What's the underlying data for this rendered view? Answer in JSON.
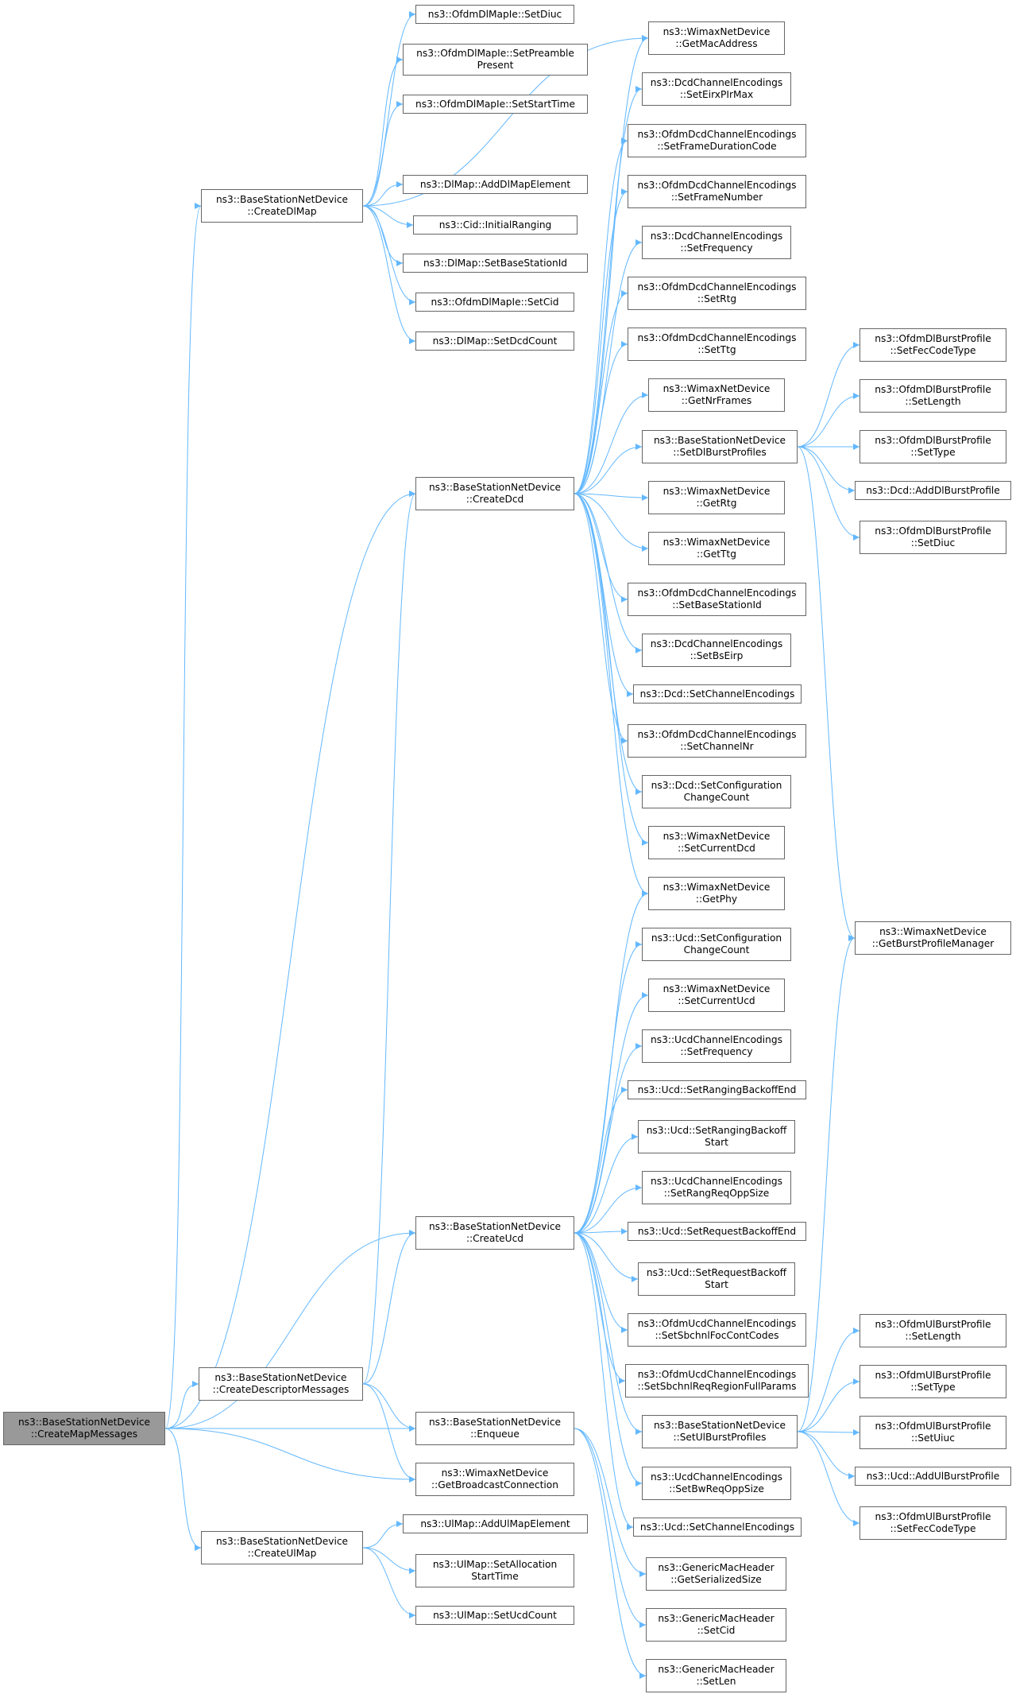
{
  "graph": {
    "edge_color": "#63b8ff",
    "root_fill": "#999999",
    "node_border": "#666666",
    "nodes": [
      {
        "id": "root",
        "lines": [
          "ns3::BaseStationNetDevice",
          "::CreateMapMessages"
        ],
        "root": true
      },
      {
        "id": "createDlMap",
        "lines": [
          "ns3::BaseStationNetDevice",
          "::CreateDlMap"
        ]
      },
      {
        "id": "createDcd",
        "lines": [
          "ns3::BaseStationNetDevice",
          "::CreateDcd"
        ]
      },
      {
        "id": "createUcd",
        "lines": [
          "ns3::BaseStationNetDevice",
          "::CreateUcd"
        ]
      },
      {
        "id": "createDescMsg",
        "lines": [
          "ns3::BaseStationNetDevice",
          "::CreateDescriptorMessages"
        ]
      },
      {
        "id": "createUlMap",
        "lines": [
          "ns3::BaseStationNetDevice",
          "::CreateUlMap"
        ]
      },
      {
        "id": "dl_setDiuc",
        "lines": [
          "ns3::OfdmDlMapIe::SetDiuc"
        ]
      },
      {
        "id": "dl_setPreamble",
        "lines": [
          "ns3::OfdmDlMapIe::SetPreamble",
          "Present"
        ]
      },
      {
        "id": "dl_setStartTime",
        "lines": [
          "ns3::OfdmDlMapIe::SetStartTime"
        ]
      },
      {
        "id": "dl_addElem",
        "lines": [
          "ns3::DlMap::AddDlMapElement"
        ]
      },
      {
        "id": "cid_initRanging",
        "lines": [
          "ns3::Cid::InitialRanging"
        ]
      },
      {
        "id": "dl_setBsId",
        "lines": [
          "ns3::DlMap::SetBaseStationId"
        ]
      },
      {
        "id": "dl_setCid",
        "lines": [
          "ns3::OfdmDlMapIe::SetCid"
        ]
      },
      {
        "id": "dl_setDcdCount",
        "lines": [
          "ns3::DlMap::SetDcdCount"
        ]
      },
      {
        "id": "getMacAddress",
        "lines": [
          "ns3::WimaxNetDevice",
          "::GetMacAddress"
        ]
      },
      {
        "id": "dcd_setEirx",
        "lines": [
          "ns3::DcdChannelEncodings",
          "::SetEirxPIrMax"
        ]
      },
      {
        "id": "dcd_setFrameDur",
        "lines": [
          "ns3::OfdmDcdChannelEncodings",
          "::SetFrameDurationCode"
        ]
      },
      {
        "id": "dcd_setFrameNum",
        "lines": [
          "ns3::OfdmDcdChannelEncodings",
          "::SetFrameNumber"
        ]
      },
      {
        "id": "dcd_setFreq",
        "lines": [
          "ns3::DcdChannelEncodings",
          "::SetFrequency"
        ]
      },
      {
        "id": "dcd_setRtg",
        "lines": [
          "ns3::OfdmDcdChannelEncodings",
          "::SetRtg"
        ]
      },
      {
        "id": "dcd_setTtg",
        "lines": [
          "ns3::OfdmDcdChannelEncodings",
          "::SetTtg"
        ]
      },
      {
        "id": "getNrFrames",
        "lines": [
          "ns3::WimaxNetDevice",
          "::GetNrFrames"
        ]
      },
      {
        "id": "setDlBurst",
        "lines": [
          "ns3::BaseStationNetDevice",
          "::SetDlBurstProfiles"
        ]
      },
      {
        "id": "getRtg",
        "lines": [
          "ns3::WimaxNetDevice",
          "::GetRtg"
        ]
      },
      {
        "id": "getTtg",
        "lines": [
          "ns3::WimaxNetDevice",
          "::GetTtg"
        ]
      },
      {
        "id": "dcd_setBsId",
        "lines": [
          "ns3::OfdmDcdChannelEncodings",
          "::SetBaseStationId"
        ]
      },
      {
        "id": "dcd_setBsEirp",
        "lines": [
          "ns3::DcdChannelEncodings",
          "::SetBsEirp"
        ]
      },
      {
        "id": "dcd_setChEnc",
        "lines": [
          "ns3::Dcd::SetChannelEncodings"
        ]
      },
      {
        "id": "dcd_setChNr",
        "lines": [
          "ns3::OfdmDcdChannelEncodings",
          "::SetChannelNr"
        ]
      },
      {
        "id": "dcd_setConfig",
        "lines": [
          "ns3::Dcd::SetConfiguration",
          "ChangeCount"
        ]
      },
      {
        "id": "setCurrentDcd",
        "lines": [
          "ns3::WimaxNetDevice",
          "::SetCurrentDcd"
        ]
      },
      {
        "id": "getPhy",
        "lines": [
          "ns3::WimaxNetDevice",
          "::GetPhy"
        ]
      },
      {
        "id": "dlbp_setFec",
        "lines": [
          "ns3::OfdmDlBurstProfile",
          "::SetFecCodeType"
        ]
      },
      {
        "id": "dlbp_setLength",
        "lines": [
          "ns3::OfdmDlBurstProfile",
          "::SetLength"
        ]
      },
      {
        "id": "dlbp_setType",
        "lines": [
          "ns3::OfdmDlBurstProfile",
          "::SetType"
        ]
      },
      {
        "id": "dcd_addDlBurst",
        "lines": [
          "ns3::Dcd::AddDlBurstProfile"
        ]
      },
      {
        "id": "dlbp_setDiuc",
        "lines": [
          "ns3::OfdmDlBurstProfile",
          "::SetDiuc"
        ]
      },
      {
        "id": "getBurstMgr",
        "lines": [
          "ns3::WimaxNetDevice",
          "::GetBurstProfileManager"
        ]
      },
      {
        "id": "ucd_setConfig",
        "lines": [
          "ns3::Ucd::SetConfiguration",
          "ChangeCount"
        ]
      },
      {
        "id": "setCurrentUcd",
        "lines": [
          "ns3::WimaxNetDevice",
          "::SetCurrentUcd"
        ]
      },
      {
        "id": "ucd_setFreq",
        "lines": [
          "ns3::UcdChannelEncodings",
          "::SetFrequency"
        ]
      },
      {
        "id": "ucd_setRangBoEnd",
        "lines": [
          "ns3::Ucd::SetRangingBackoffEnd"
        ]
      },
      {
        "id": "ucd_setRangBoStart",
        "lines": [
          "ns3::Ucd::SetRangingBackoff",
          "Start"
        ]
      },
      {
        "id": "ucd_setRangReq",
        "lines": [
          "ns3::UcdChannelEncodings",
          "::SetRangReqOppSize"
        ]
      },
      {
        "id": "ucd_setReqBoEnd",
        "lines": [
          "ns3::Ucd::SetRequestBackoffEnd"
        ]
      },
      {
        "id": "ucd_setReqBoStart",
        "lines": [
          "ns3::Ucd::SetRequestBackoff",
          "Start"
        ]
      },
      {
        "id": "ucd_setSbchFoc",
        "lines": [
          "ns3::OfdmUcdChannelEncodings",
          "::SetSbchnlFocContCodes"
        ]
      },
      {
        "id": "ucd_setSbchReq",
        "lines": [
          "ns3::OfdmUcdChannelEncodings",
          "::SetSbchnlReqRegionFullParams"
        ]
      },
      {
        "id": "setUlBurst",
        "lines": [
          "ns3::BaseStationNetDevice",
          "::SetUlBurstProfiles"
        ]
      },
      {
        "id": "ucd_setBwReq",
        "lines": [
          "ns3::UcdChannelEncodings",
          "::SetBwReqOppSize"
        ]
      },
      {
        "id": "ucd_setChEnc",
        "lines": [
          "ns3::Ucd::SetChannelEncodings"
        ]
      },
      {
        "id": "gmh_getSize",
        "lines": [
          "ns3::GenericMacHeader",
          "::GetSerializedSize"
        ]
      },
      {
        "id": "gmh_setCid",
        "lines": [
          "ns3::GenericMacHeader",
          "::SetCid"
        ]
      },
      {
        "id": "gmh_setLen",
        "lines": [
          "ns3::GenericMacHeader",
          "::SetLen"
        ]
      },
      {
        "id": "ulbp_setLength",
        "lines": [
          "ns3::OfdmUlBurstProfile",
          "::SetLength"
        ]
      },
      {
        "id": "ulbp_setType",
        "lines": [
          "ns3::OfdmUlBurstProfile",
          "::SetType"
        ]
      },
      {
        "id": "ulbp_setUiuc",
        "lines": [
          "ns3::OfdmUlBurstProfile",
          "::SetUiuc"
        ]
      },
      {
        "id": "ucd_addUlBurst",
        "lines": [
          "ns3::Ucd::AddUlBurstProfile"
        ]
      },
      {
        "id": "ulbp_setFec",
        "lines": [
          "ns3::OfdmUlBurstProfile",
          "::SetFecCodeType"
        ]
      },
      {
        "id": "enqueue",
        "lines": [
          "ns3::BaseStationNetDevice",
          "::Enqueue"
        ]
      },
      {
        "id": "getBcastConn",
        "lines": [
          "ns3::WimaxNetDevice",
          "::GetBroadcastConnection"
        ]
      },
      {
        "id": "ul_addElem",
        "lines": [
          "ns3::UlMap::AddUlMapElement"
        ]
      },
      {
        "id": "ul_setAllocStart",
        "lines": [
          "ns3::UlMap::SetAllocation",
          "StartTime"
        ]
      },
      {
        "id": "ul_setUcdCount",
        "lines": [
          "ns3::UlMap::SetUcdCount"
        ]
      }
    ],
    "edges": [
      [
        "root",
        "createDlMap"
      ],
      [
        "root",
        "createDcd"
      ],
      [
        "root",
        "createUcd"
      ],
      [
        "root",
        "createDescMsg"
      ],
      [
        "root",
        "enqueue"
      ],
      [
        "root",
        "getBcastConn"
      ],
      [
        "root",
        "createUlMap"
      ],
      [
        "createDlMap",
        "dl_setDiuc"
      ],
      [
        "createDlMap",
        "dl_setPreamble"
      ],
      [
        "createDlMap",
        "dl_setStartTime"
      ],
      [
        "createDlMap",
        "getMacAddress"
      ],
      [
        "createDlMap",
        "dl_addElem"
      ],
      [
        "createDlMap",
        "cid_initRanging"
      ],
      [
        "createDlMap",
        "dl_setBsId"
      ],
      [
        "createDlMap",
        "dl_setCid"
      ],
      [
        "createDlMap",
        "dl_setDcdCount"
      ],
      [
        "createDcd",
        "getMacAddress"
      ],
      [
        "createDcd",
        "dcd_setEirx"
      ],
      [
        "createDcd",
        "dcd_setFrameDur"
      ],
      [
        "createDcd",
        "dcd_setFrameNum"
      ],
      [
        "createDcd",
        "dcd_setFreq"
      ],
      [
        "createDcd",
        "dcd_setRtg"
      ],
      [
        "createDcd",
        "dcd_setTtg"
      ],
      [
        "createDcd",
        "getNrFrames"
      ],
      [
        "createDcd",
        "setDlBurst"
      ],
      [
        "createDcd",
        "getRtg"
      ],
      [
        "createDcd",
        "getTtg"
      ],
      [
        "createDcd",
        "dcd_setBsId"
      ],
      [
        "createDcd",
        "dcd_setBsEirp"
      ],
      [
        "createDcd",
        "dcd_setChEnc"
      ],
      [
        "createDcd",
        "dcd_setChNr"
      ],
      [
        "createDcd",
        "dcd_setConfig"
      ],
      [
        "createDcd",
        "setCurrentDcd"
      ],
      [
        "createDcd",
        "getPhy"
      ],
      [
        "setDlBurst",
        "dlbp_setFec"
      ],
      [
        "setDlBurst",
        "dlbp_setLength"
      ],
      [
        "setDlBurst",
        "dlbp_setType"
      ],
      [
        "setDlBurst",
        "dcd_addDlBurst"
      ],
      [
        "setDlBurst",
        "dlbp_setDiuc"
      ],
      [
        "setDlBurst",
        "getBurstMgr"
      ],
      [
        "createUcd",
        "getPhy"
      ],
      [
        "createUcd",
        "ucd_setConfig"
      ],
      [
        "createUcd",
        "setCurrentUcd"
      ],
      [
        "createUcd",
        "ucd_setFreq"
      ],
      [
        "createUcd",
        "ucd_setRangBoEnd"
      ],
      [
        "createUcd",
        "ucd_setRangBoStart"
      ],
      [
        "createUcd",
        "ucd_setRangReq"
      ],
      [
        "createUcd",
        "ucd_setReqBoEnd"
      ],
      [
        "createUcd",
        "ucd_setReqBoStart"
      ],
      [
        "createUcd",
        "ucd_setSbchFoc"
      ],
      [
        "createUcd",
        "ucd_setSbchReq"
      ],
      [
        "createUcd",
        "setUlBurst"
      ],
      [
        "createUcd",
        "ucd_setBwReq"
      ],
      [
        "createUcd",
        "ucd_setChEnc"
      ],
      [
        "setUlBurst",
        "ulbp_setLength"
      ],
      [
        "setUlBurst",
        "ulbp_setType"
      ],
      [
        "setUlBurst",
        "ulbp_setUiuc"
      ],
      [
        "setUlBurst",
        "ucd_addUlBurst"
      ],
      [
        "setUlBurst",
        "ulbp_setFec"
      ],
      [
        "setUlBurst",
        "getBurstMgr"
      ],
      [
        "createDescMsg",
        "createDcd"
      ],
      [
        "createDescMsg",
        "createUcd"
      ],
      [
        "createDescMsg",
        "enqueue"
      ],
      [
        "createDescMsg",
        "getBcastConn"
      ],
      [
        "enqueue",
        "gmh_getSize"
      ],
      [
        "enqueue",
        "gmh_setCid"
      ],
      [
        "enqueue",
        "gmh_setLen"
      ],
      [
        "createUlMap",
        "ul_addElem"
      ],
      [
        "createUlMap",
        "ul_setAllocStart"
      ],
      [
        "createUlMap",
        "ul_setUcdCount"
      ]
    ]
  }
}
